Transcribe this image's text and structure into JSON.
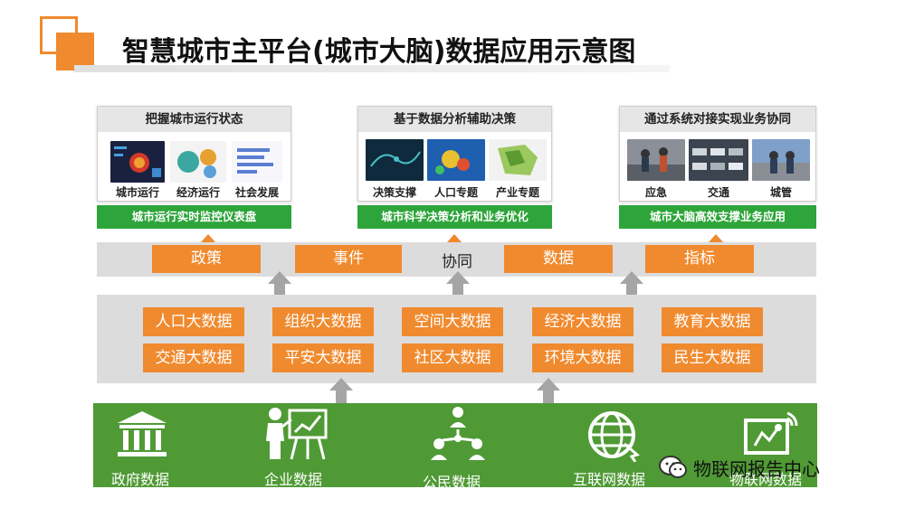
{
  "title": "智慧城市主平台(城市大脑)数据应用示意图",
  "cards": [
    {
      "heading": "把握城市运行状态",
      "items": [
        "城市运行",
        "经济运行",
        "社会发展"
      ],
      "footer": "城市运行实时监控仪表盘"
    },
    {
      "heading": "基于数据分析辅助决策",
      "items": [
        "决策支撑",
        "人口专题",
        "产业专题"
      ],
      "footer": "城市科学决策分析和业务优化"
    },
    {
      "heading": "通过系统对接实现业务协同",
      "items": [
        "应急",
        "交通",
        "城管"
      ],
      "footer": "城市大脑高效支撑业务应用"
    }
  ],
  "band": {
    "boxes": [
      "政策",
      "事件",
      "数据",
      "指标"
    ],
    "center": "协同"
  },
  "data_boxes": [
    [
      "人口大数据",
      "组织大数据",
      "空间大数据",
      "经济大数据",
      "教育大数据"
    ],
    [
      "交通大数据",
      "平安大数据",
      "社区大数据",
      "环境大数据",
      "民生大数据"
    ]
  ],
  "sources": [
    "政府数据",
    "企业数据",
    "公民数据",
    "互联网数据",
    "物联网数据"
  ],
  "watermark": "物联网报告中心",
  "colors": {
    "orange": "#f08a2e",
    "green_strip": "#2ea53a",
    "green_base": "#4f9a35",
    "gray": "#dcdcdc"
  }
}
